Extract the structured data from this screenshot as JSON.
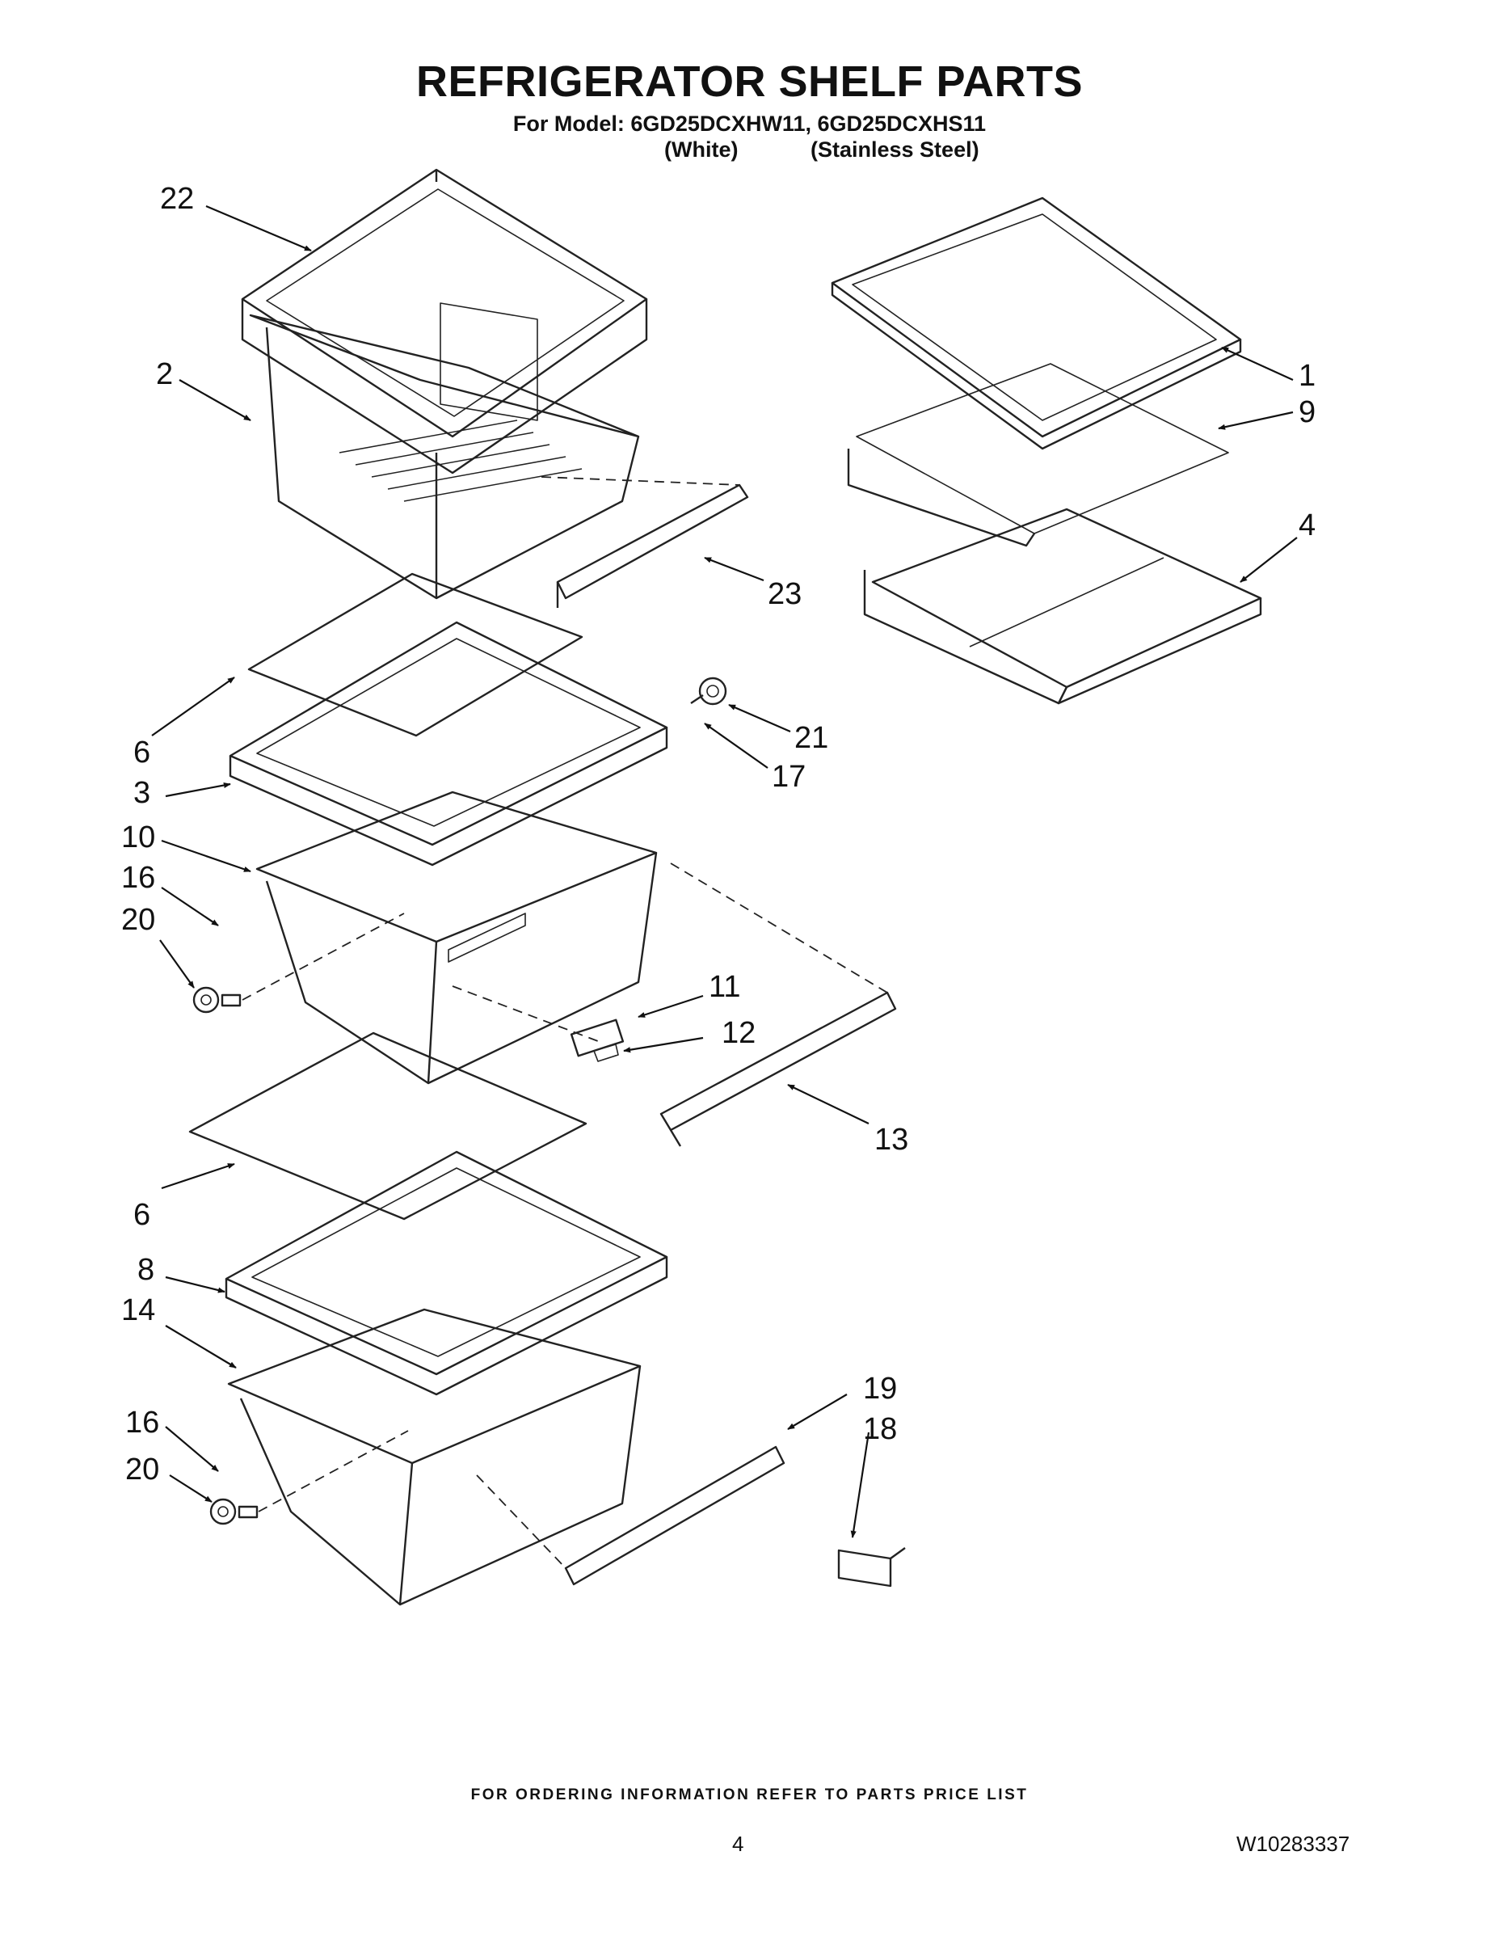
{
  "header": {
    "title": "REFRIGERATOR SHELF PARTS",
    "model_line": "For Model: 6GD25DCXHW11, 6GD25DCXHS11",
    "variant_white": "(White)",
    "variant_stainless": "(Stainless Steel)"
  },
  "callouts": [
    "22",
    "2",
    "1",
    "9",
    "4",
    "23",
    "6",
    "3",
    "21",
    "17",
    "10",
    "16",
    "20",
    "11",
    "12",
    "13",
    "6",
    "8",
    "14",
    "19",
    "18",
    "16",
    "20"
  ],
  "footer": {
    "ordering_note": "FOR ORDERING INFORMATION REFER TO PARTS PRICE LIST",
    "page_number": "4",
    "document_number": "W10283337"
  }
}
